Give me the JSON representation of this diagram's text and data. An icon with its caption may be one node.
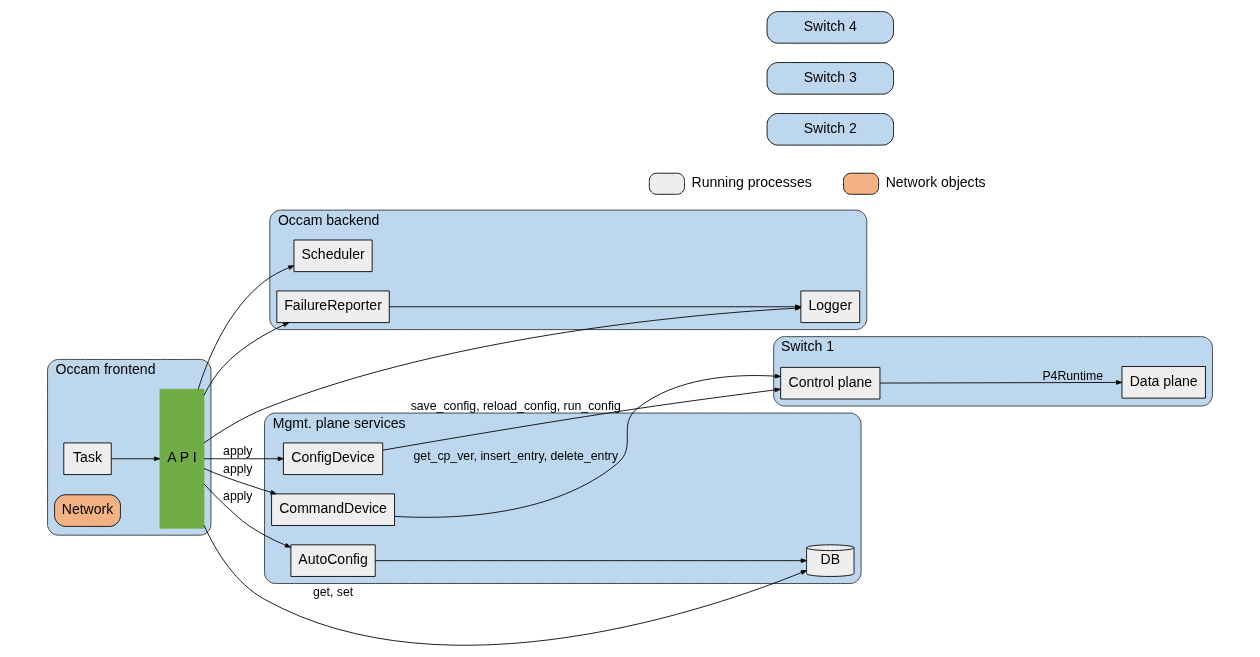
{
  "diagram": {
    "nodes": [
      {
        "text": [
          "Occam frontend"
        ]
      },
      {
        "text": [
          "Task"
        ],
        "in": 0
      },
      {
        "text": [
          "Network"
        ],
        "in": 0
      },
      {
        "text": [
          "A P I"
        ],
        "in": 0
      },
      {
        "text": [
          "Occam backend"
        ]
      },
      {
        "text": [
          "Scheduler"
        ],
        "in": 4
      },
      {
        "text": [
          "Logger"
        ],
        "in": 4
      },
      {
        "text": [
          "FailureReporter"
        ],
        "in": 4
      },
      {
        "text": [
          "Mgmt. plane services"
        ]
      },
      {
        "text": [
          "ConfigDevice"
        ],
        "in": 8
      },
      {
        "text": [
          "CommandDevice"
        ],
        "in": 8
      },
      {
        "text": [
          "AutoConfig"
        ],
        "in": 8
      },
      {
        "text": [
          "DB"
        ],
        "in": 8
      },
      {
        "text": [
          "Switch 1"
        ]
      },
      {
        "text": [
          "Control plane"
        ],
        "in": 13
      },
      {
        "text": [
          "Data plane"
        ],
        "in": 13
      },
      {
        "text": [
          "Switch 2"
        ]
      },
      {
        "text": [
          "Switch 3"
        ]
      },
      {
        "text": [
          "Switch 4"
        ]
      }
    ],
    "edges": [
      {
        "from": 1,
        "to": 3,
        "arrow": "to"
      },
      {
        "from": 3,
        "to": 9,
        "arrow": "to",
        "label": "apply"
      },
      {
        "from": 3,
        "to": 10,
        "arrow": "to",
        "label": "apply"
      },
      {
        "from": 3,
        "to": 11,
        "arrow": "to",
        "label": "apply"
      },
      {
        "from": 3,
        "to": 12,
        "arrow": "to",
        "label": "get, set"
      },
      {
        "from": 11,
        "to": 12,
        "arrow": "to"
      },
      {
        "from": 3,
        "to": 5,
        "arrow": "to"
      },
      {
        "from": 3,
        "to": 7,
        "arrow": "to"
      },
      {
        "from": 3,
        "to": 6,
        "arrow": "to"
      },
      {
        "from": 7,
        "to": 6,
        "arrow": "to"
      },
      {
        "from": 9,
        "to": 14,
        "arrow": "to",
        "label": "save_config, reload_config, run_config"
      },
      {
        "from": 10,
        "to": 14,
        "arrow": "to",
        "label": "get_cp_ver, insert_entry, delete_entry"
      },
      {
        "from": 14,
        "to": 15,
        "arrow": "to",
        "label": "P4Runtime"
      }
    ],
    "legend": [
      {
        "text": "Running processes",
        "color": "#eeeeee"
      },
      {
        "text": "Network objects",
        "color": "#f4b183"
      }
    ]
  }
}
